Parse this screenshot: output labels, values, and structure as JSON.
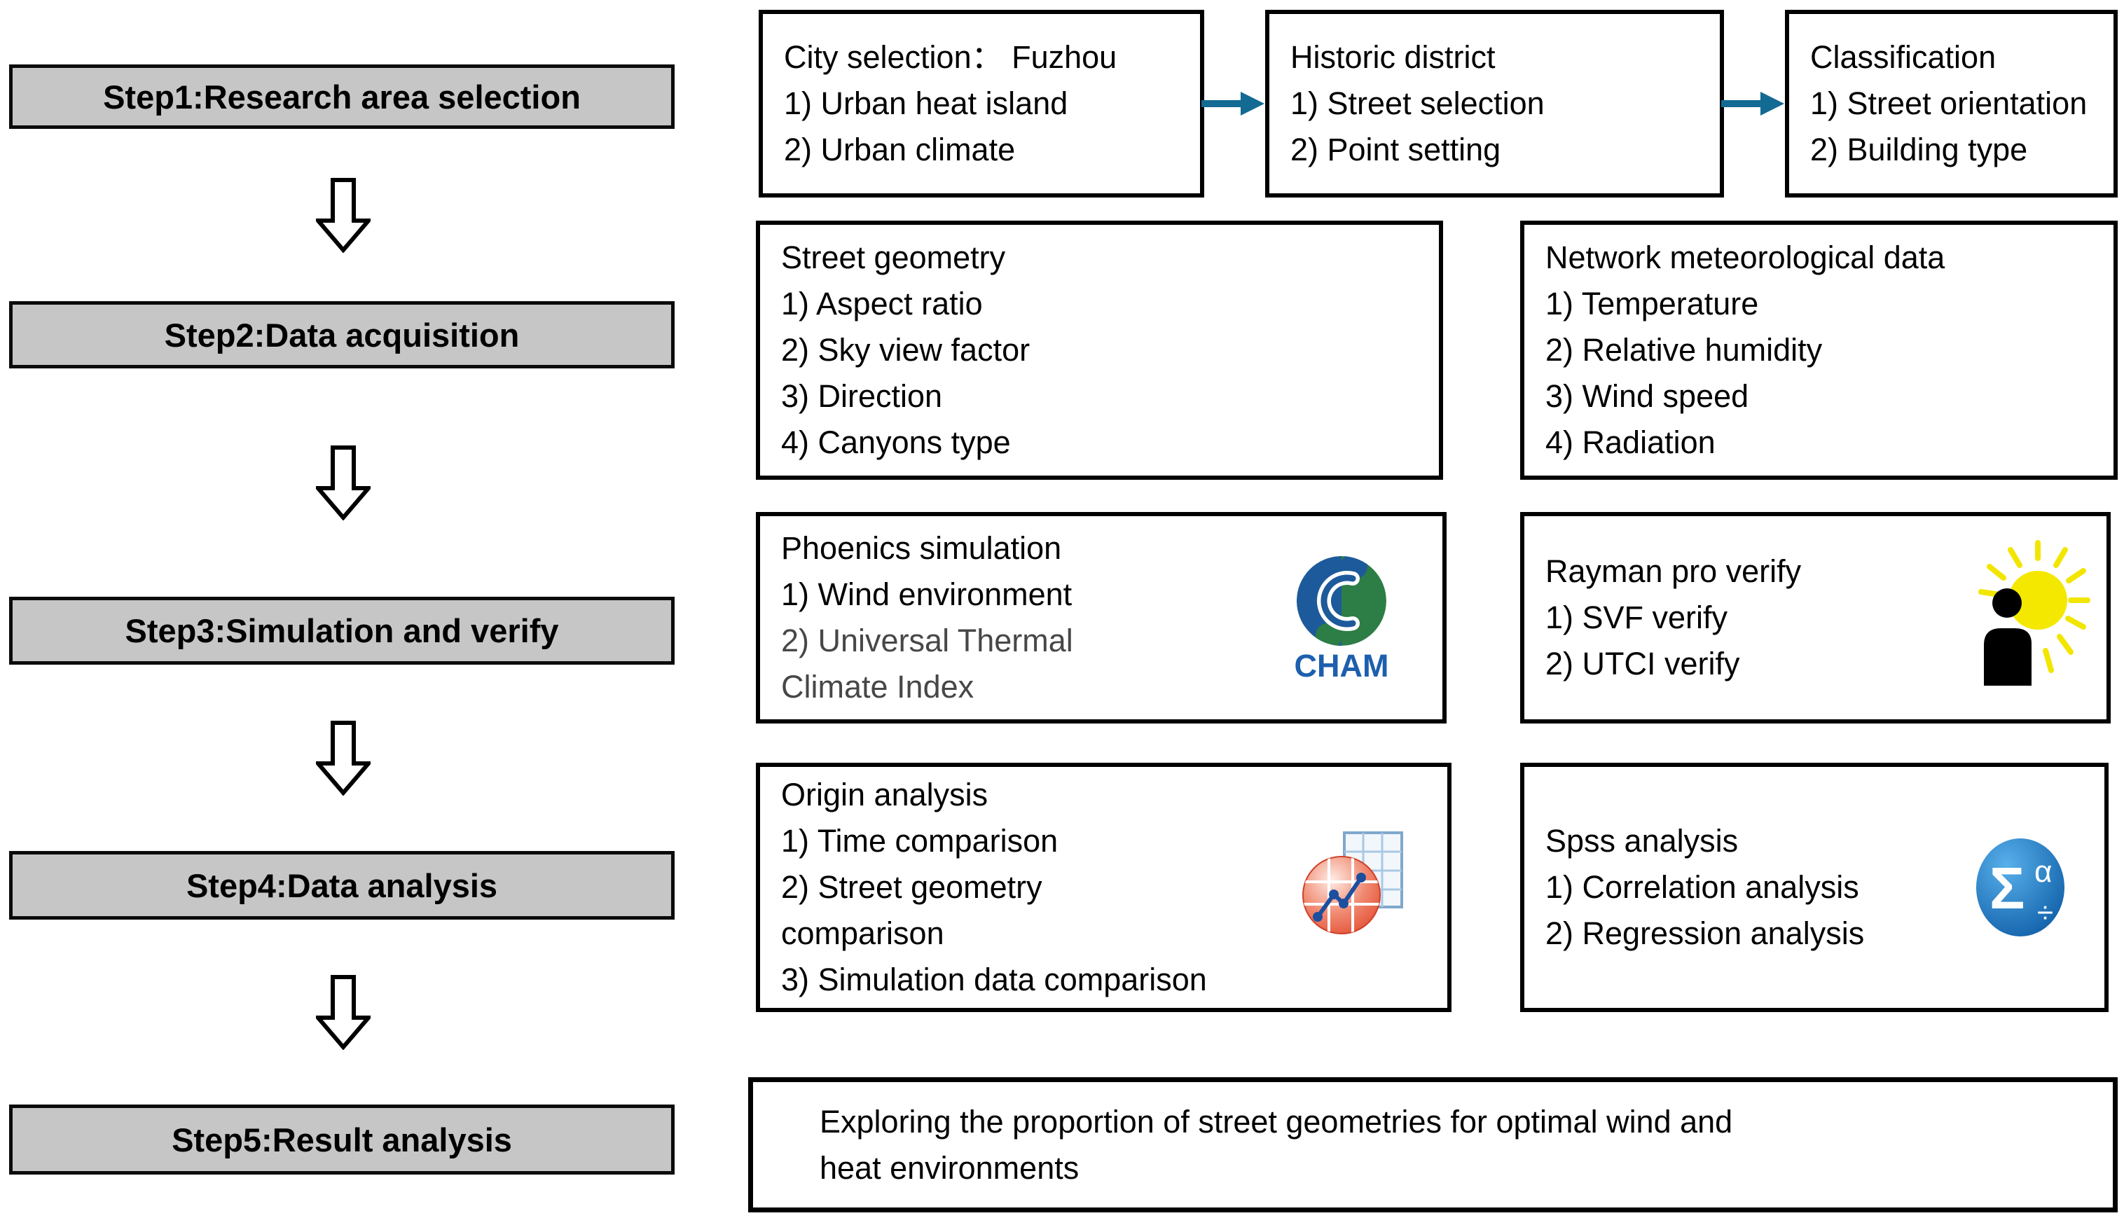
{
  "colors": {
    "step_fill": "#c6c6c6",
    "box_border": "#000000",
    "flow_arrow_teal": "#136a92",
    "down_arrow_fill": "#ffffff",
    "cham_blue": "#1d5a9b",
    "cham_green": "#2d7d46",
    "cham_wordmark_blue": "#1d5fae",
    "sun_yellow": "#f2e600",
    "origin_sphere_red": "#e34f33",
    "origin_line_blue": "#1d4f9e",
    "spss_circle_blue": "#0d5ca6"
  },
  "steps": {
    "s1": "Step1:Research area selection",
    "s2": "Step2:Data acquisition",
    "s3": "Step3:Simulation and verify",
    "s4": "Step4:Data analysis",
    "s5": "Step5:Result analysis"
  },
  "row1": {
    "city": {
      "lines": [
        "City selection： Fuzhou",
        "1) Urban heat island",
        "2) Urban climate"
      ]
    },
    "historic": {
      "lines": [
        "Historic district",
        "1) Street selection",
        "2) Point setting"
      ]
    },
    "classification": {
      "lines": [
        "Classification",
        "1) Street orientation",
        "2) Building type"
      ]
    }
  },
  "row2": {
    "street_geometry": {
      "lines": [
        "Street geometry",
        "1) Aspect ratio",
        "2) Sky view factor",
        "3) Direction",
        "4) Canyons type"
      ]
    },
    "network_data": {
      "lines": [
        "Network meteorological data",
        "1) Temperature",
        "2) Relative humidity",
        "3) Wind speed",
        "4) Radiation"
      ]
    }
  },
  "row3": {
    "phoenics": {
      "lines": [
        "Phoenics simulation",
        "1) Wind environment",
        "2) Universal Thermal",
        "Climate Index"
      ],
      "logo_text": "CHAM"
    },
    "rayman": {
      "lines": [
        "Rayman pro verify",
        "1) SVF verify",
        "2) UTCI verify"
      ]
    }
  },
  "row4": {
    "origin": {
      "lines": [
        "Origin analysis",
        "1) Time comparison",
        "2) Street geometry",
        "comparison",
        "3) Simulation data comparison"
      ]
    },
    "spss": {
      "lines": [
        "Spss analysis",
        "1) Correlation analysis",
        "2) Regression analysis"
      ],
      "icon_sigma": "Σ",
      "icon_alpha": "α",
      "icon_divide": "÷"
    }
  },
  "result": {
    "lines": [
      "Exploring the proportion of street geometries for optimal wind and",
      "heat environments"
    ]
  }
}
